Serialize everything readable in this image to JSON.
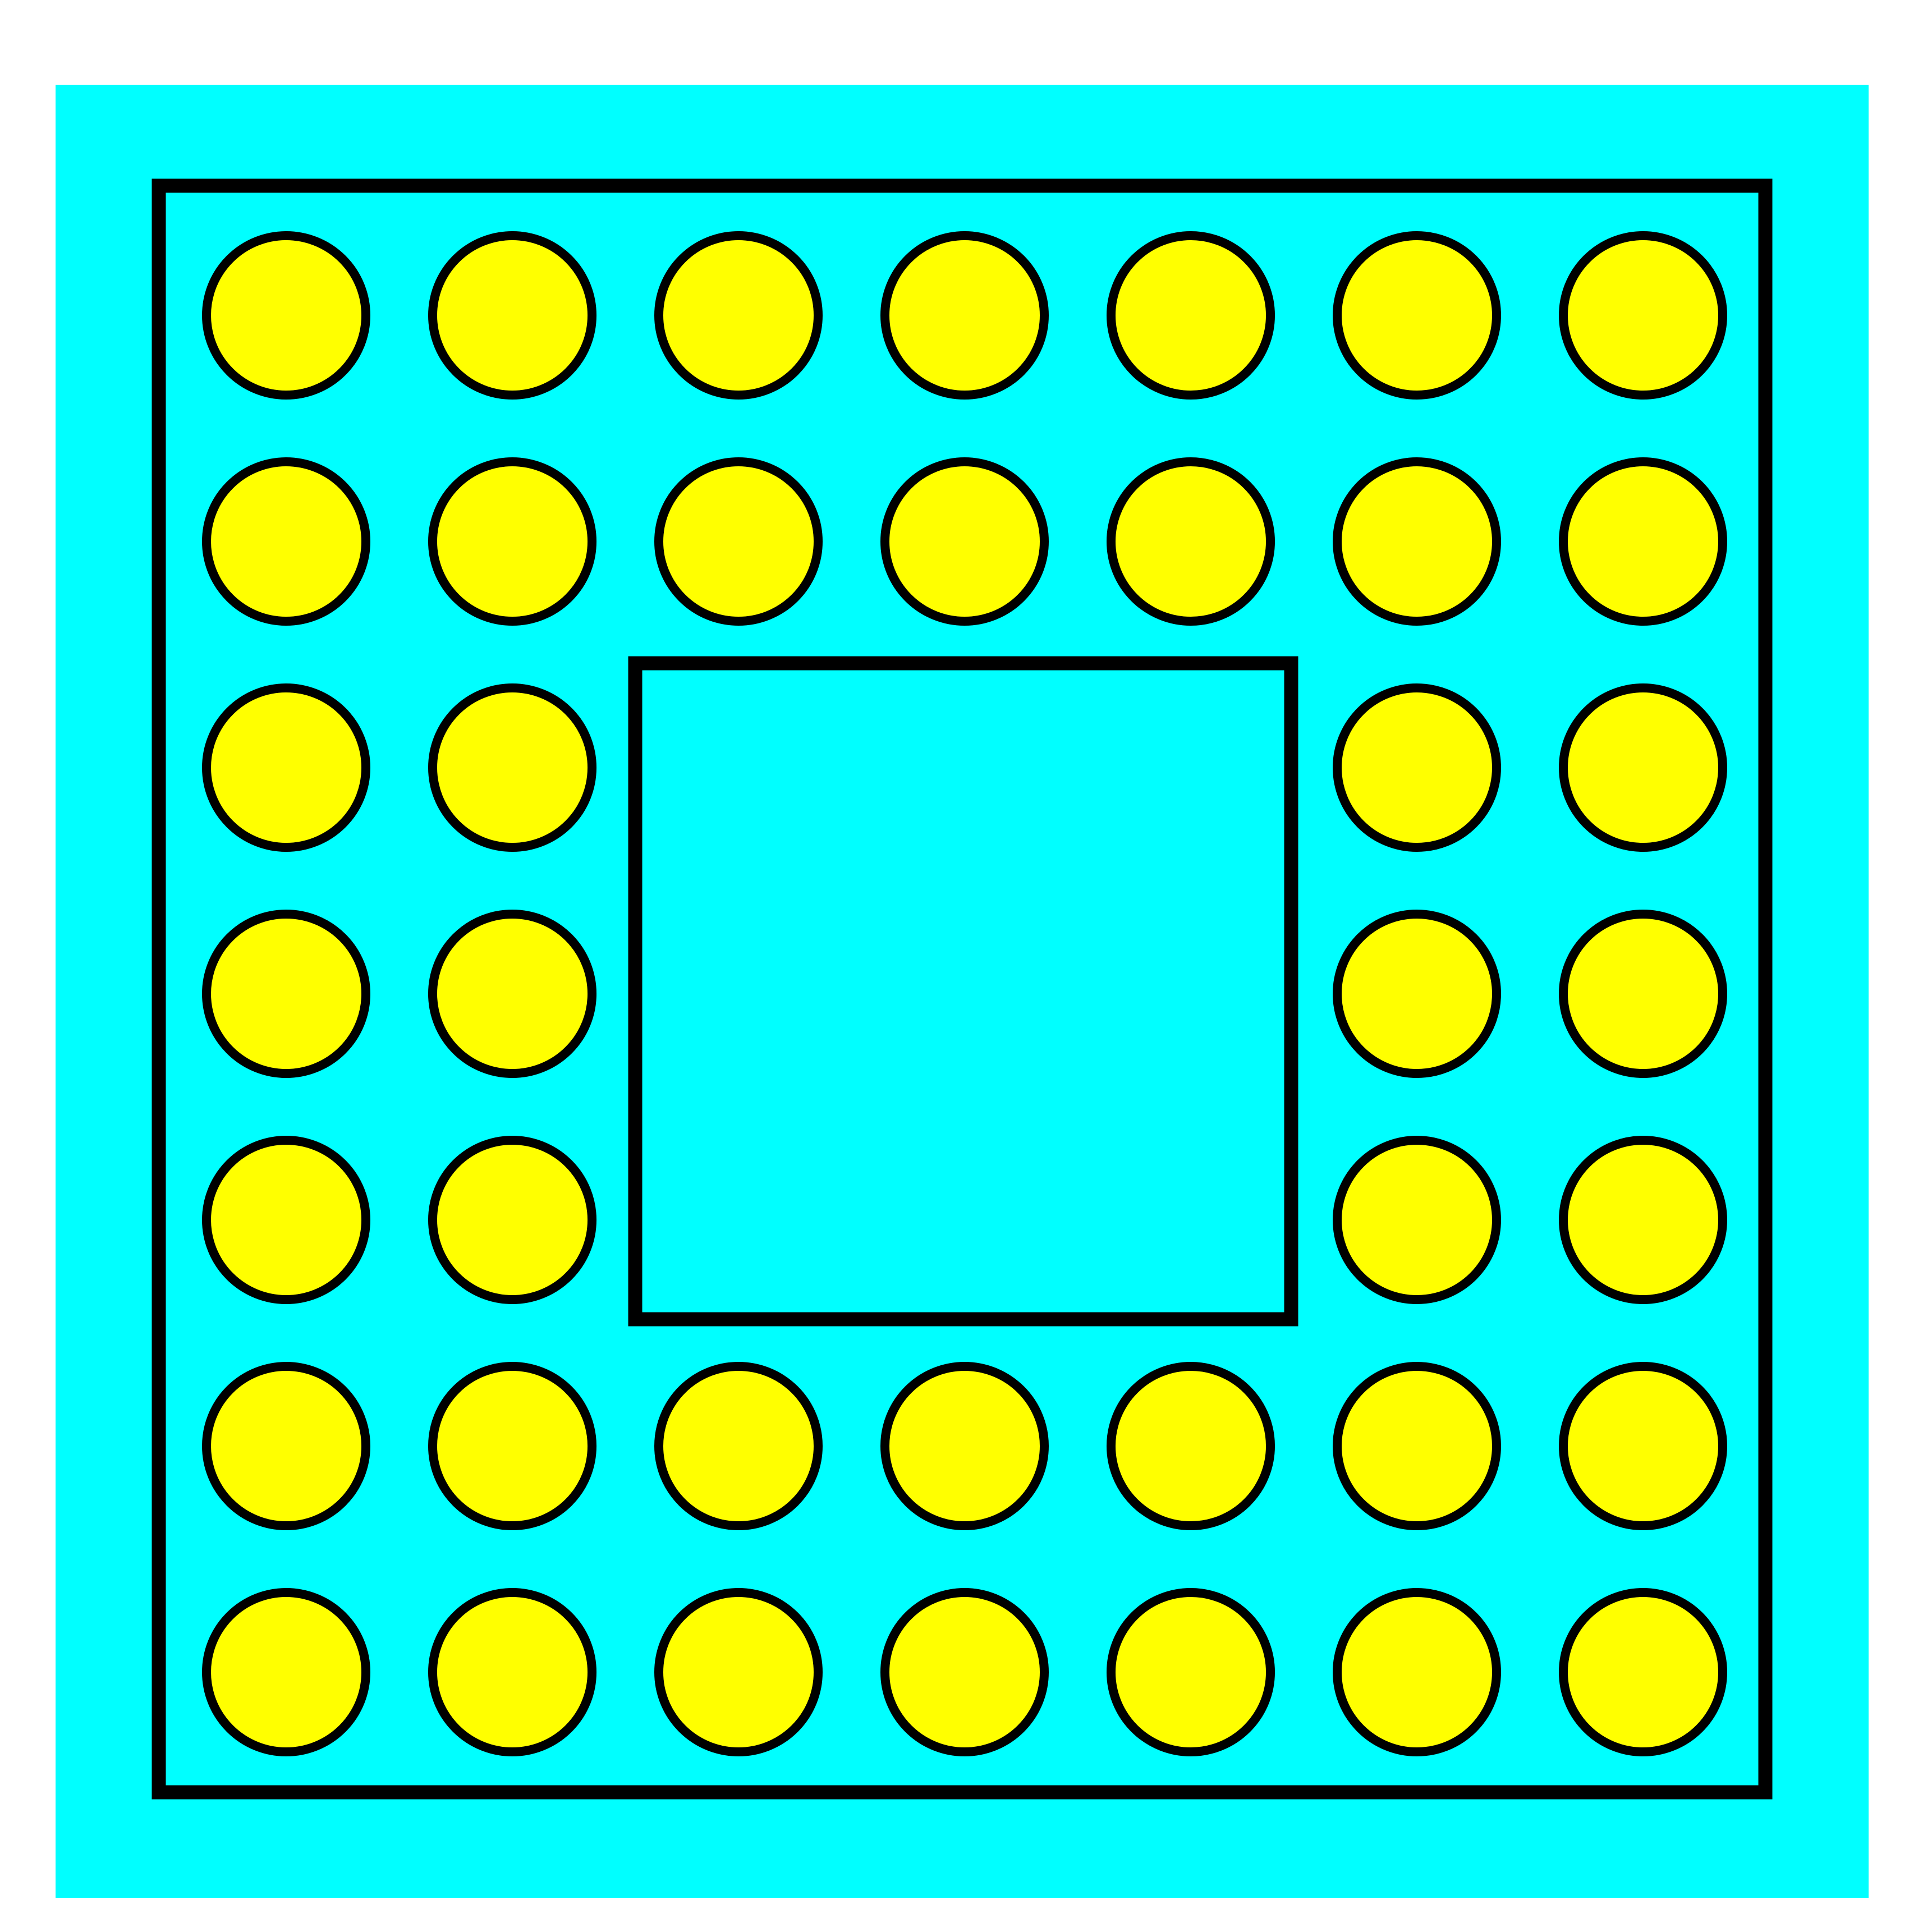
{
  "colors": {
    "page_background": "#ffffff",
    "panel_fill": "#00ffff",
    "frame_stroke": "#000000",
    "cell_fill": "#ffff00",
    "cell_stroke": "#000000"
  },
  "grid": {
    "rows": 7,
    "columns": 7,
    "cells": [
      [
        1,
        1,
        1,
        1,
        1,
        1,
        1
      ],
      [
        1,
        1,
        1,
        1,
        1,
        1,
        1
      ],
      [
        1,
        1,
        0,
        0,
        0,
        1,
        1
      ],
      [
        1,
        1,
        0,
        0,
        0,
        1,
        1
      ],
      [
        1,
        1,
        0,
        0,
        0,
        1,
        1
      ],
      [
        1,
        1,
        1,
        1,
        1,
        1,
        1
      ],
      [
        1,
        1,
        1,
        1,
        1,
        1,
        1
      ]
    ]
  }
}
